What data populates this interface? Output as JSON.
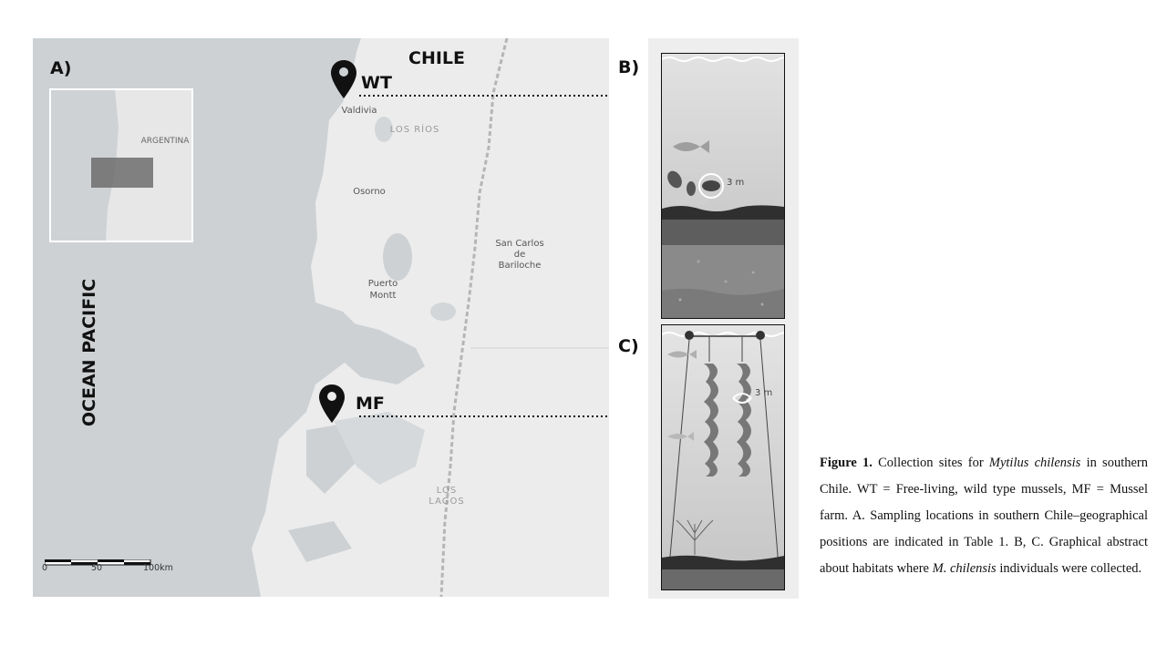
{
  "map": {
    "panel_label": "A)",
    "country_label": "CHILE",
    "ocean_label": "OCEAN PACIFIC",
    "inset_label": "ARGENTINA",
    "sites": [
      {
        "code": "WT",
        "name": "Valdivia"
      },
      {
        "code": "MF",
        "name": ""
      }
    ],
    "places": [
      "Osorno",
      "Puerto",
      "Montt",
      "San Carlos",
      "de",
      "Bariloche"
    ],
    "regions": [
      "LOS RÍOS",
      "LOS",
      "LAGOS"
    ],
    "scale": {
      "ticks": [
        "0",
        "50",
        "100km"
      ]
    }
  },
  "panels": {
    "b": {
      "label": "B)",
      "depth": "3 m"
    },
    "c": {
      "label": "C)",
      "depth": "3 m"
    }
  },
  "caption": {
    "figure": "Figure 1.",
    "p1": " Collection sites for ",
    "species1": "Mytilus chilensis",
    "p2": " in southern Chile. WT = Free-living, wild type mussels, MF = Mussel farm. A. Sampling locations in southern Chile–geographical positions are indicated in Table 1. B, C. Graphical abstract about habitats where ",
    "species2": "M. chilensis",
    "p3": " individuals  were collected."
  },
  "colors": {
    "sea": "#cdd1d4",
    "land": "#ececec",
    "pin": "#111111"
  }
}
